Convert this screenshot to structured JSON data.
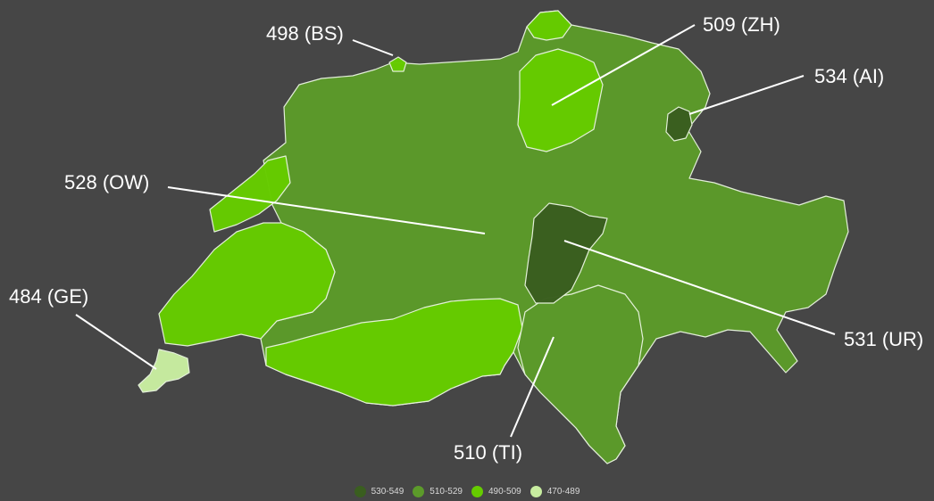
{
  "map": {
    "regions": [
      {
        "name": "swiss-base",
        "cls": "510-529"
      },
      {
        "name": "zurich",
        "cls": "490-509",
        "code": "ZH"
      },
      {
        "name": "schaffhausen",
        "cls": "490-509"
      },
      {
        "name": "western-plateau",
        "cls": "490-509"
      },
      {
        "name": "jura-strip",
        "cls": "490-509"
      },
      {
        "name": "valais",
        "cls": "490-509"
      },
      {
        "name": "ticino",
        "cls": "510-529",
        "code": "TI"
      },
      {
        "name": "uri",
        "cls": "530-549",
        "code": "UR"
      },
      {
        "name": "appenzell-innerrhoden",
        "cls": "530-549",
        "code": "AI"
      },
      {
        "name": "geneva",
        "cls": "470-489",
        "code": "GE"
      },
      {
        "name": "basel-stadt",
        "cls": "490-509",
        "code": "BS"
      }
    ],
    "callouts": [
      {
        "id": "bs",
        "text": "498 (BS)",
        "value": 498,
        "code": "BS"
      },
      {
        "id": "zh",
        "text": "509 (ZH)",
        "value": 509,
        "code": "ZH"
      },
      {
        "id": "ai",
        "text": "534 (AI)",
        "value": 534,
        "code": "AI"
      },
      {
        "id": "ow",
        "text": "528 (OW)",
        "value": 528,
        "code": "OW"
      },
      {
        "id": "ge",
        "text": "484 (GE)",
        "value": 484,
        "code": "GE"
      },
      {
        "id": "ur",
        "text": "531 (UR)",
        "value": 531,
        "code": "UR"
      },
      {
        "id": "ti",
        "text": "510 (TI)",
        "value": 510,
        "code": "TI"
      }
    ]
  },
  "legend": [
    {
      "label": "530-549",
      "color": "#3a5e1f"
    },
    {
      "label": "510-529",
      "color": "#5c9a2a"
    },
    {
      "label": "490-509",
      "color": "#66cc00"
    },
    {
      "label": "470-489",
      "color": "#c8eda0"
    }
  ],
  "colors": {
    "background": "#464646",
    "border": "#e6f2dc",
    "text": "#ffffff"
  }
}
